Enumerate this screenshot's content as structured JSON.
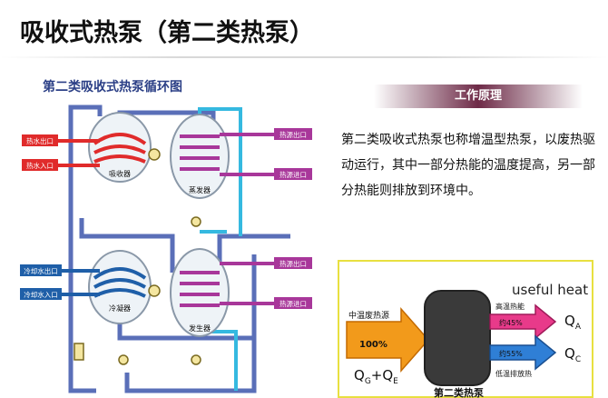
{
  "title": "吸收式热泵（第二类热泵）",
  "diagram": {
    "title": "第二类吸收式热泵循环图",
    "labels": {
      "hot_water_out": "热水出口",
      "hot_water_in": "热水入口",
      "cool_water_out": "冷却水出口",
      "cool_water_in": "冷却水入口",
      "heat_src_out_1": "热源出口",
      "heat_src_in_1": "热源进口",
      "heat_src_out_2": "热源出口",
      "heat_src_in_2": "热源进口",
      "absorber": "吸收器",
      "evaporator": "蒸发器",
      "condenser": "冷凝器",
      "generator": "发生器"
    },
    "colors": {
      "red": "#e02b2b",
      "blue": "#1f5fa8",
      "purple": "#a8379a",
      "cyan": "#35b9e0",
      "pipe": "#5a6fb8"
    }
  },
  "principle": {
    "heading": "工作原理",
    "text": "第二类吸收式热泵也称增温型热泵，以废热驱动运行，其中一部分热能的温度提高，另一部分热能则排放到环境中。"
  },
  "heat_flow": {
    "useful_heat": "useful heat",
    "source_label": "中温废热源",
    "percent_in": "100%",
    "q_in_g": "Q",
    "q_in_g_sub": "G",
    "q_in_plus": "+Q",
    "q_in_e_sub": "E",
    "high_label": "高温热能",
    "high_percent": "约45%",
    "low_percent": "约55%",
    "low_label": "低温排放热",
    "qa": "Q",
    "qa_sub": "A",
    "qc": "Q",
    "qc_sub": "C",
    "caption": "第二类热泵"
  }
}
